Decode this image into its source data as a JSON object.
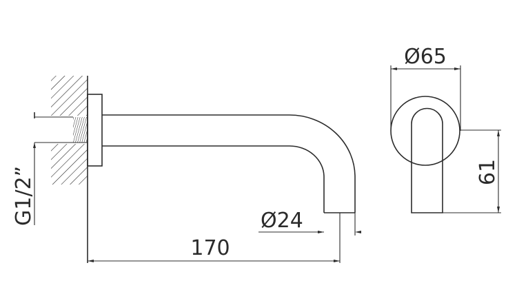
{
  "dimensions": {
    "thread": "G1/2”",
    "pipe_diameter": "Ø24",
    "projection": "170",
    "flange_diameter": "Ø65",
    "height": "61"
  },
  "colors": {
    "line": "#2b2b2b",
    "background": "#ffffff"
  }
}
